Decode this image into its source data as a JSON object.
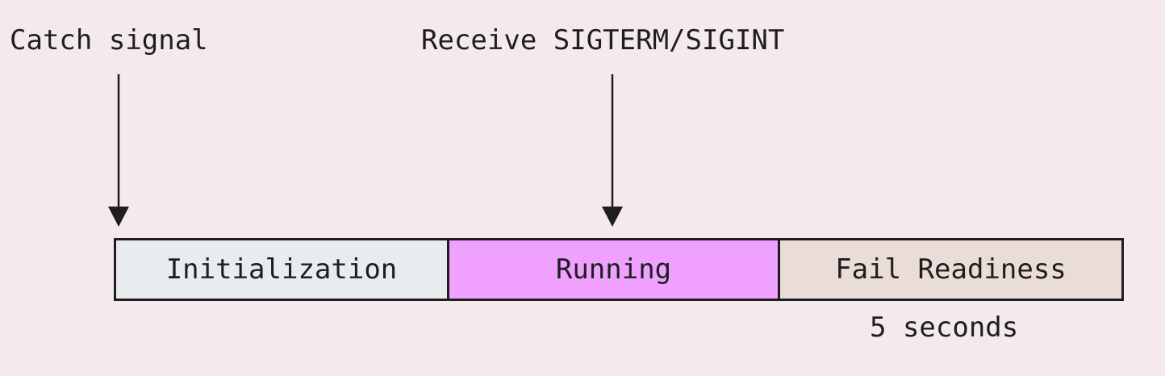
{
  "annotations": {
    "catch_signal": "Catch signal",
    "receive_signal": "Receive SIGTERM/SIGINT"
  },
  "phases": [
    {
      "label": "Initialization",
      "color": "#e9ecef"
    },
    {
      "label": "Running",
      "color": "#f0a1ff"
    },
    {
      "label": "Fail Readiness",
      "color": "#eaddd7"
    }
  ],
  "duration_label": "5 seconds",
  "colors": {
    "background": "#f4eaee",
    "stroke": "#1e1e1e"
  }
}
